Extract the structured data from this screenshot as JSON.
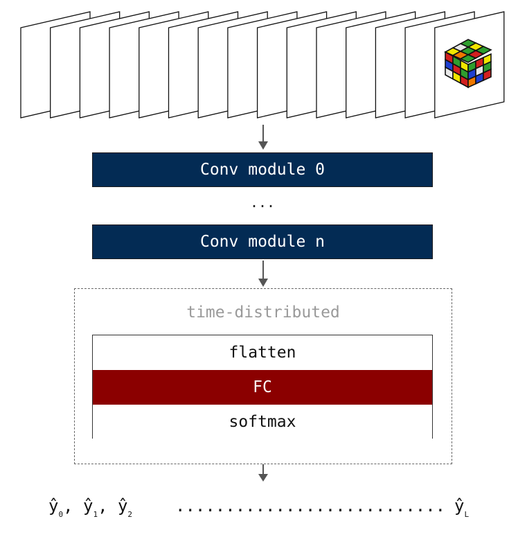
{
  "frames": {
    "count": 15,
    "last_frame_image": "rubiks-cube"
  },
  "modules": [
    {
      "label": "Conv module 0"
    },
    {
      "label": "Conv module n"
    }
  ],
  "ellipsis": "...",
  "time_distributed": {
    "label": "time-distributed",
    "layers": [
      {
        "label": "flatten",
        "color": "#ffffff"
      },
      {
        "label": "FC",
        "color": "#8b0000"
      },
      {
        "label": "softmax",
        "color": "#ffffff"
      }
    ]
  },
  "outputs": {
    "y0": "ŷ",
    "s0": "0",
    "y1": "ŷ",
    "s1": "1",
    "y2": "ŷ",
    "s2": "2",
    "dots": "...........................",
    "yL": "ŷ",
    "sL": "L"
  },
  "colors": {
    "module": "#032b54",
    "fc": "#8b0000",
    "dashed": "#666666",
    "arrow": "#555555"
  }
}
